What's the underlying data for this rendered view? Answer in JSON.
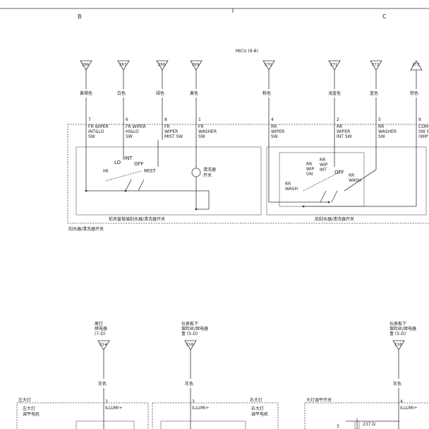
{
  "header": {
    "left_marker": "B",
    "right_marker": "C"
  },
  "connector": "MICU (9-8)",
  "terminals": [
    {
      "no": "266",
      "color": "黄褐色",
      "pin": "7",
      "label": [
        "FR WIPER",
        "INT&LO",
        "SW"
      ]
    },
    {
      "no": "267",
      "color": "白色",
      "pin": "6",
      "label": [
        "FR WIPER",
        "HI&LO",
        "SW"
      ]
    },
    {
      "no": "268",
      "color": "绿色",
      "pin": "8",
      "label": [
        "FR",
        "WIPER",
        "MIST SW"
      ]
    },
    {
      "no": "269",
      "color": "黄色",
      "pin": "1",
      "label": [
        "FR",
        "WASHER",
        "SW"
      ]
    },
    {
      "no": "270",
      "color": "粉色",
      "pin": "4",
      "label": [
        "RR",
        "WIPER",
        "SW"
      ]
    },
    {
      "no": "271",
      "color": "浅蓝色",
      "pin": "2",
      "label": [
        "RR",
        "WIPER",
        "INT SW"
      ]
    },
    {
      "no": "272",
      "color": "蓝色",
      "pin": "5",
      "label": [
        "RR",
        "WASHER",
        "SW"
      ]
    },
    {
      "no": "273",
      "color": "棕色",
      "pin": "9",
      "label": [
        "COM",
        "SW G",
        "(WIP"
      ]
    }
  ],
  "front_switch": {
    "positions": {
      "hi": "HI",
      "lo": "LO",
      "int": "INT",
      "off": "OFF",
      "mist": "MIST"
    },
    "washer": [
      "清洗器",
      "开关"
    ],
    "caption": "前风窗玻璃刮水器/清洗器开关"
  },
  "rear_switch": {
    "positions": {
      "wip_on": [
        "RR",
        "WIP",
        "ON"
      ],
      "wip_int": [
        "RR",
        "WIP",
        "INT"
      ],
      "off": "OFF",
      "wash_l": [
        "RR",
        "WASH"
      ],
      "wash_r": [
        "RR",
        "WASH"
      ]
    },
    "caption": "后刮水器/清洗器开关"
  },
  "assembly_label": "刮水器/清洗器开关",
  "lower": {
    "groups": [
      {
        "relay": [
          "尾灯",
          "继电器",
          "(7-D)"
        ],
        "no": "214",
        "color": "灰色",
        "pin": "3",
        "signal": "ILLUMI+"
      },
      {
        "relay": [
          "仪表板下",
          "保险丝/继电器",
          "盒 (5-D)"
        ],
        "no": "216",
        "color": "灰色",
        "pin": "3",
        "signal": "ILLUMI+"
      },
      {
        "relay": [
          "仪表板下",
          "保险丝/继电器",
          "盒 (5-D)"
        ],
        "no": "218",
        "color": "灰色",
        "pin": "4",
        "signal": "ILLUMI+"
      }
    ],
    "left_headlight": "左大灯",
    "left_motor": [
      "左大灯",
      "调平电机"
    ],
    "right_headlight": "右大灯",
    "right_motor": [
      "右大灯",
      "调平电机"
    ],
    "switch_label": "大灯调平开关",
    "resistor": "237 Ω",
    "resistor_pin": "3"
  }
}
